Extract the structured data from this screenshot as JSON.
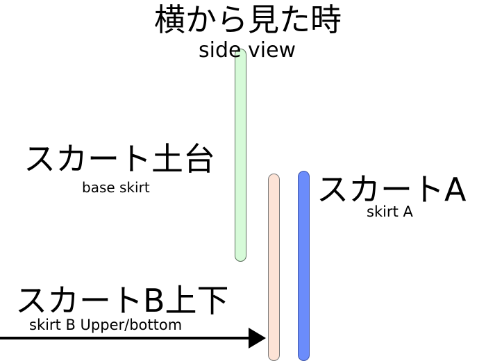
{
  "title_ja": "横から見た時",
  "title_en": "side view",
  "labels": {
    "base_ja": "スカート土台",
    "base_en": "base skirt",
    "a_ja": "スカートA",
    "a_en": "skirt A",
    "b_ja": "スカートB上下",
    "b_en": "skirt B Upper/bottom"
  },
  "colors": {
    "base": "#d6fad8",
    "skirt_b": "#fde3d6",
    "skirt_a": "#6b8cfb"
  }
}
